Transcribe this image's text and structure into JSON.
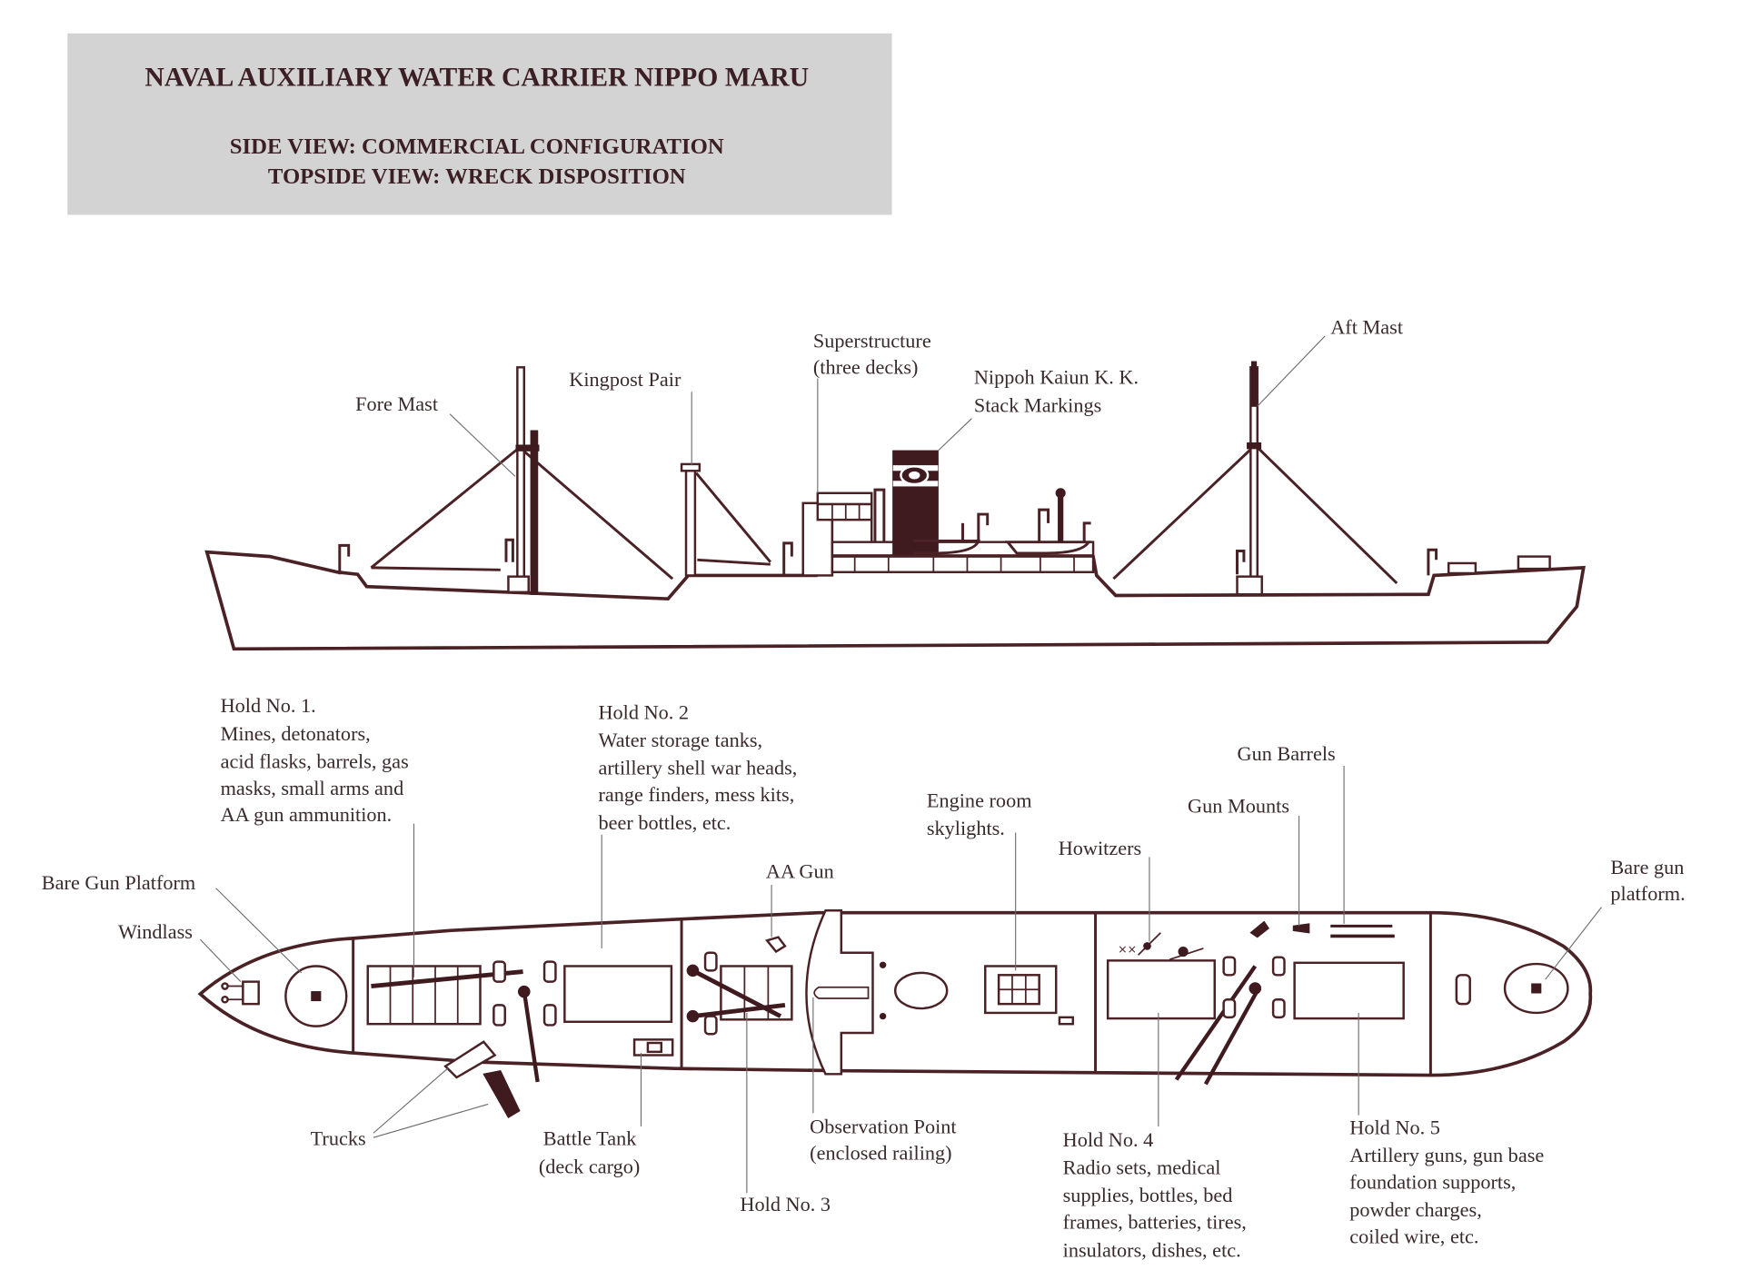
{
  "header": {
    "title": "NAVAL AUXILIARY WATER CARRIER NIPPO MARU",
    "subtitle_line1": "SIDE VIEW:  COMMERCIAL CONFIGURATION",
    "subtitle_line2": "TOPSIDE VIEW:  WRECK DISPOSITION"
  },
  "colors": {
    "ink": "#4a2226",
    "header_bg": "#d3d3d3",
    "label_text": "#3a2a2c"
  },
  "side_view": {
    "labels": {
      "fore_mast": "Fore Mast",
      "kingpost_pair": "Kingpost Pair",
      "superstructure": [
        "Superstructure",
        "(three decks)"
      ],
      "stack_markings": [
        "Nippoh Kaiun K. K.",
        "Stack Markings"
      ],
      "aft_mast": "Aft Mast"
    }
  },
  "topside_view": {
    "labels": {
      "hold1": [
        "Hold No. 1.",
        "Mines, detonators,",
        "acid flasks, barrels, gas",
        "masks, small arms and",
        "AA gun ammunition."
      ],
      "hold2": [
        "Hold No. 2",
        "Water storage tanks,",
        "artillery shell war heads,",
        "range finders, mess kits,",
        "beer bottles, etc."
      ],
      "bare_gun_platform_fore": "Bare Gun Platform",
      "windlass": "Windlass",
      "aa_gun": "AA Gun",
      "engine_room": [
        "Engine room",
        "skylights."
      ],
      "howitzers": "Howitzers",
      "gun_mounts": "Gun Mounts",
      "gun_barrels": "Gun Barrels",
      "bare_gun_platform_aft": [
        "Bare gun",
        "platform."
      ],
      "trucks": "Trucks",
      "battle_tank": [
        "Battle Tank",
        "(deck cargo)"
      ],
      "hold3": "Hold No. 3",
      "observation_point": [
        "Observation Point",
        "(enclosed railing)"
      ],
      "hold4": [
        "Hold No. 4",
        "Radio sets, medical",
        "supplies, bottles, bed",
        "frames, batteries, tires,",
        "insulators, dishes, etc."
      ],
      "hold5": [
        "Hold No. 5",
        "Artillery guns, gun base",
        "foundation supports,",
        "powder charges,",
        "coiled wire, etc."
      ]
    }
  }
}
